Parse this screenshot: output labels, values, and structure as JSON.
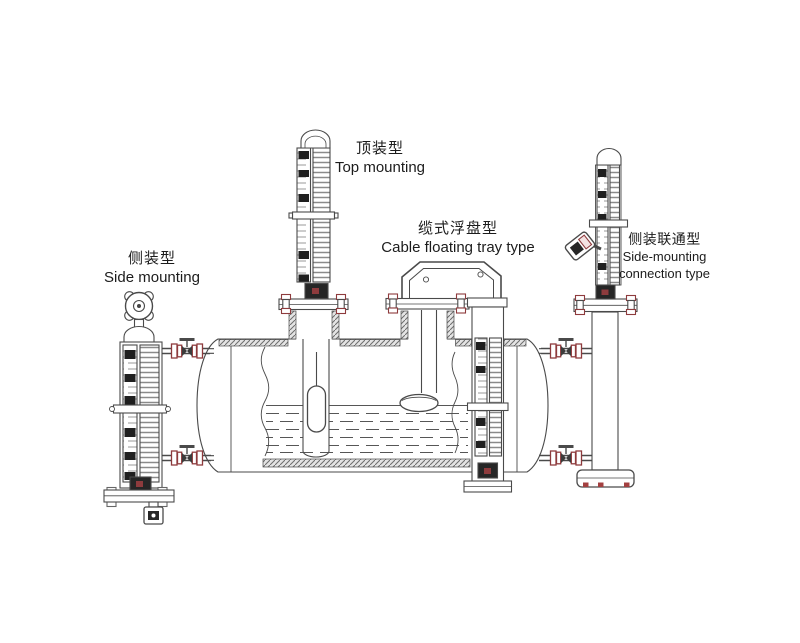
{
  "labels": {
    "top_mounting": {
      "zh": "顶装型",
      "en": "Top mounting"
    },
    "cable_floating_tray": {
      "zh": "缆式浮盘型",
      "en": "Cable floating tray type"
    },
    "side_mounting": {
      "zh": "侧装型",
      "en": "Side mounting"
    },
    "side_mounting_connection": {
      "zh": "侧装联通型",
      "en_line1": "Side-mounting",
      "en_line2": "connection type"
    }
  },
  "colors": {
    "line": "#4a4a4a",
    "valve_accent": "#8e3b3d",
    "dark_fill": "#262626",
    "text": "#1c1c1c",
    "background": "#ffffff"
  }
}
